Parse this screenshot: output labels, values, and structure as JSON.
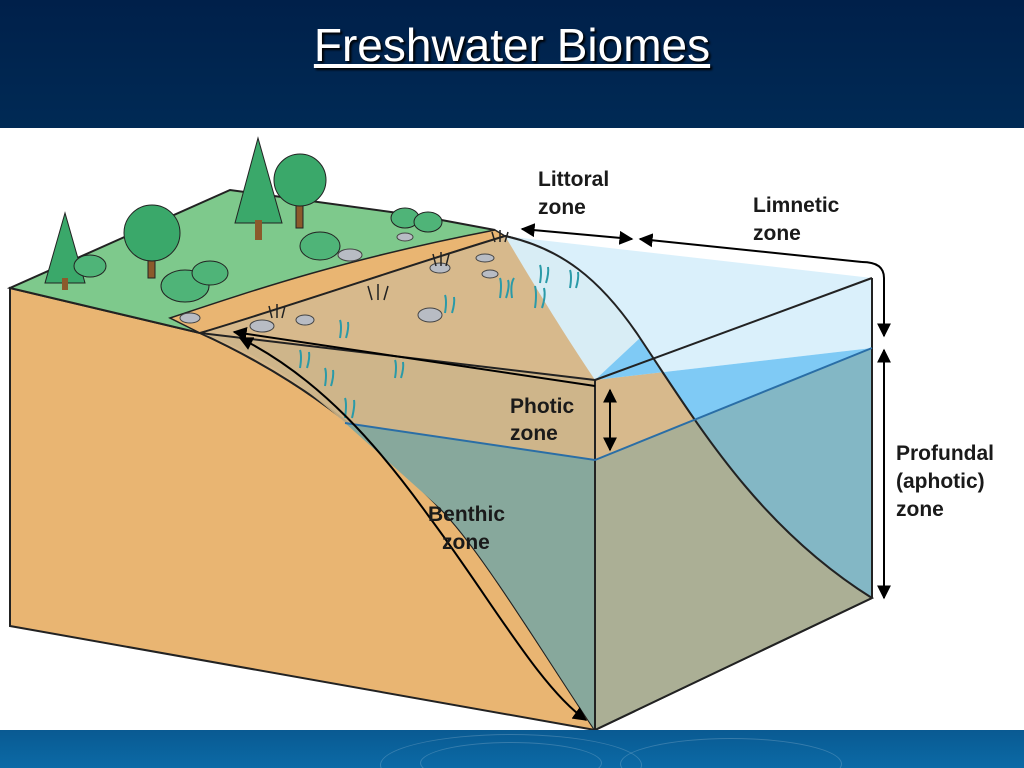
{
  "slide": {
    "title": "Freshwater Biomes"
  },
  "diagram": {
    "labels": {
      "littoral": [
        "Littoral",
        "zone"
      ],
      "limnetic": [
        "Limnetic",
        "zone"
      ],
      "photic": [
        "Photic",
        "zone"
      ],
      "benthic": [
        "Benthic",
        "zone"
      ],
      "profundal": [
        "Profundal",
        "(aphotic)",
        "zone"
      ]
    }
  },
  "colors": {
    "title_bg": "#002850",
    "soil": "#e9b572",
    "grass": "#7ec98c",
    "lake_bed": "#d7b98c",
    "surface_water": "#d8effb",
    "deep_water": "#7fcaf5",
    "aphotic_shade": "#87a89c",
    "footer": "#0b64a0"
  }
}
